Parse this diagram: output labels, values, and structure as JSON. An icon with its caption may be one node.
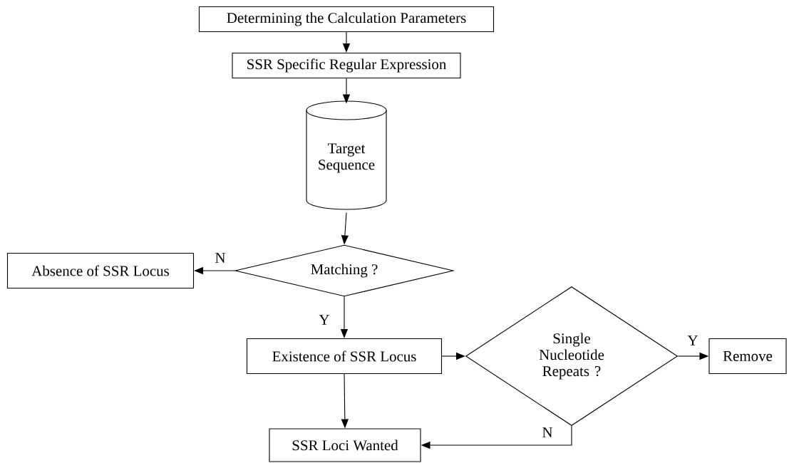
{
  "diagram": {
    "nodes": [
      {
        "text": [
          "Determining the Calculation Parameters"
        ]
      },
      {
        "text": [
          "SSR Specific Regular Expression"
        ]
      },
      {
        "text": [
          "Target Sequence"
        ]
      },
      {
        "text": [
          "Matching ?"
        ]
      },
      {
        "text": [
          "Absence of SSR Locus"
        ]
      },
      {
        "text": [
          "Existence of SSR Locus"
        ]
      },
      {
        "text": [
          "Single Nucleotide Repeats ?"
        ]
      },
      {
        "text": [
          "Remove"
        ]
      },
      {
        "text": [
          "SSR Loci Wanted"
        ]
      }
    ],
    "edges": [
      {
        "from": 0,
        "to": 1,
        "arrow": "to"
      },
      {
        "from": 1,
        "to": 2,
        "arrow": "to"
      },
      {
        "from": 2,
        "to": 3,
        "arrow": "to"
      },
      {
        "from": 3,
        "to": 4,
        "arrow": "to",
        "label": "N"
      },
      {
        "from": 3,
        "to": 5,
        "arrow": "to",
        "label": "Y"
      },
      {
        "from": 5,
        "to": 6,
        "arrow": "to"
      },
      {
        "from": 6,
        "to": 7,
        "arrow": "to",
        "label": "Y"
      },
      {
        "from": 6,
        "to": 8,
        "arrow": "to",
        "label": "N"
      },
      {
        "from": 5,
        "to": 8,
        "arrow": "to"
      }
    ]
  }
}
